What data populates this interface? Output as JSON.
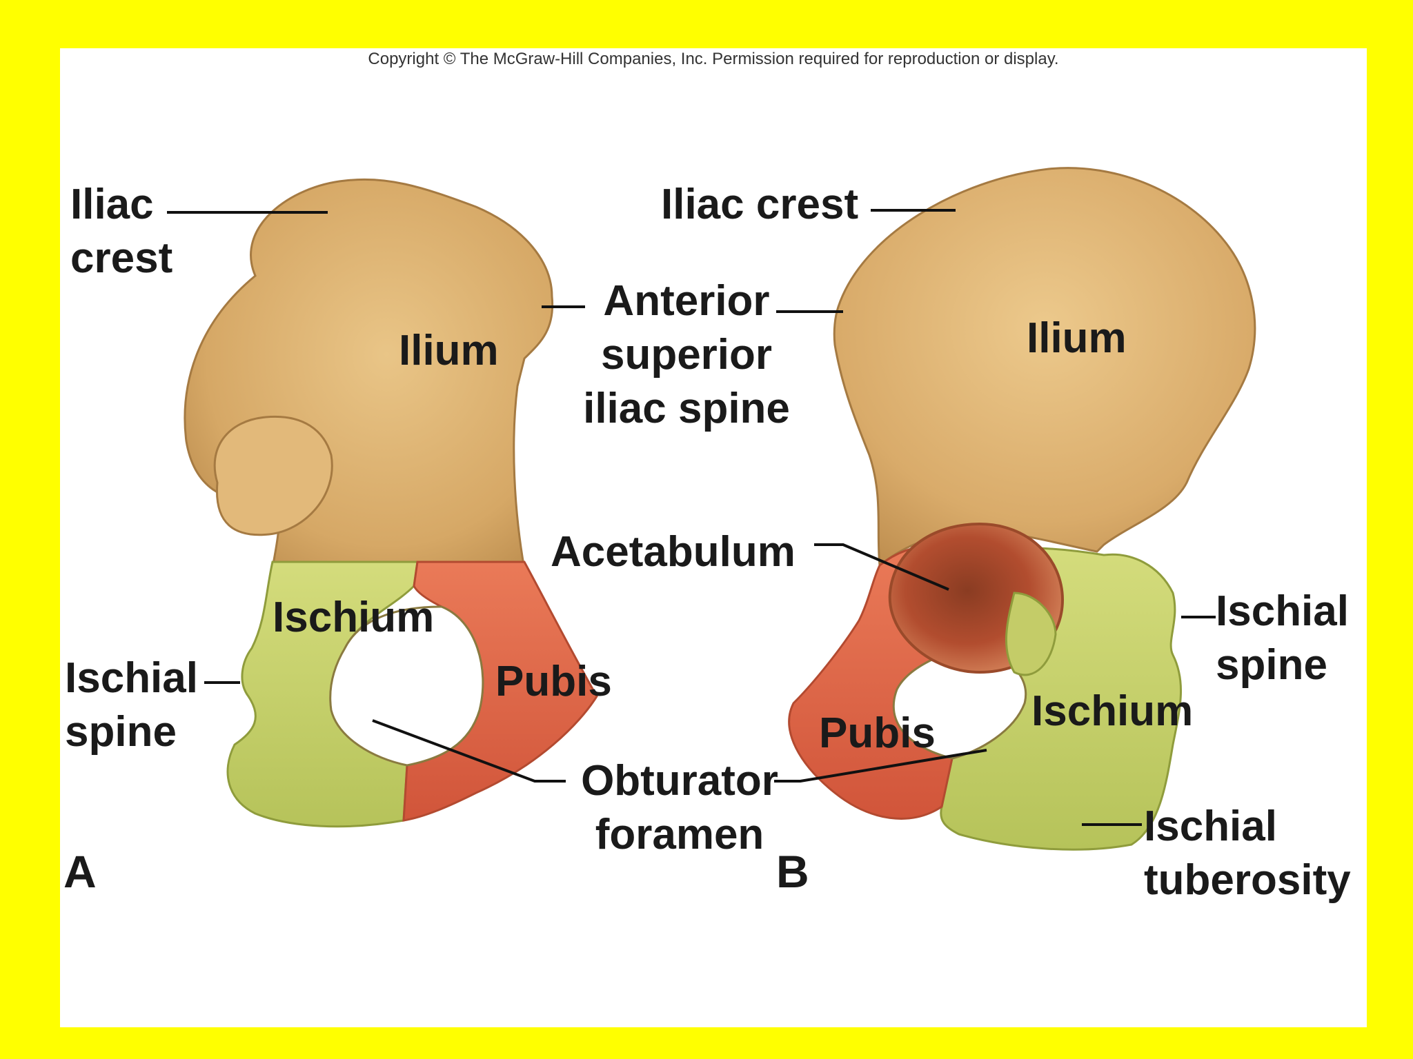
{
  "colors": {
    "background": "#ffff00",
    "panel": "#ffffff",
    "ilium": "#d8ad6c",
    "ischium": "#c7d36a",
    "pubis": "#e2694a",
    "text": "#1a1a1a"
  },
  "copyright": "Copyright © The McGraw-Hill Companies, Inc. Permission required for reproduction or display.",
  "panel_a": {
    "letter": "A",
    "labels": {
      "iliac_crest": "Iliac\ncrest",
      "ilium": "Ilium",
      "anterior_superior_iliac_spine": "Anterior\nsuperior\niliac spine",
      "ischium": "Ischium",
      "pubis": "Pubis",
      "ischial_spine": "Ischial\nspine",
      "obturator_foramen": "Obturator\nforamen"
    }
  },
  "panel_b": {
    "letter": "B",
    "labels": {
      "iliac_crest": "Iliac crest",
      "ilium": "Ilium",
      "acetabulum": "Acetabulum",
      "ischial_spine": "Ischial\nspine",
      "ischium": "Ischium",
      "pubis": "Pubis",
      "ischial_tuberosity": "Ischial\ntuberosity"
    }
  }
}
